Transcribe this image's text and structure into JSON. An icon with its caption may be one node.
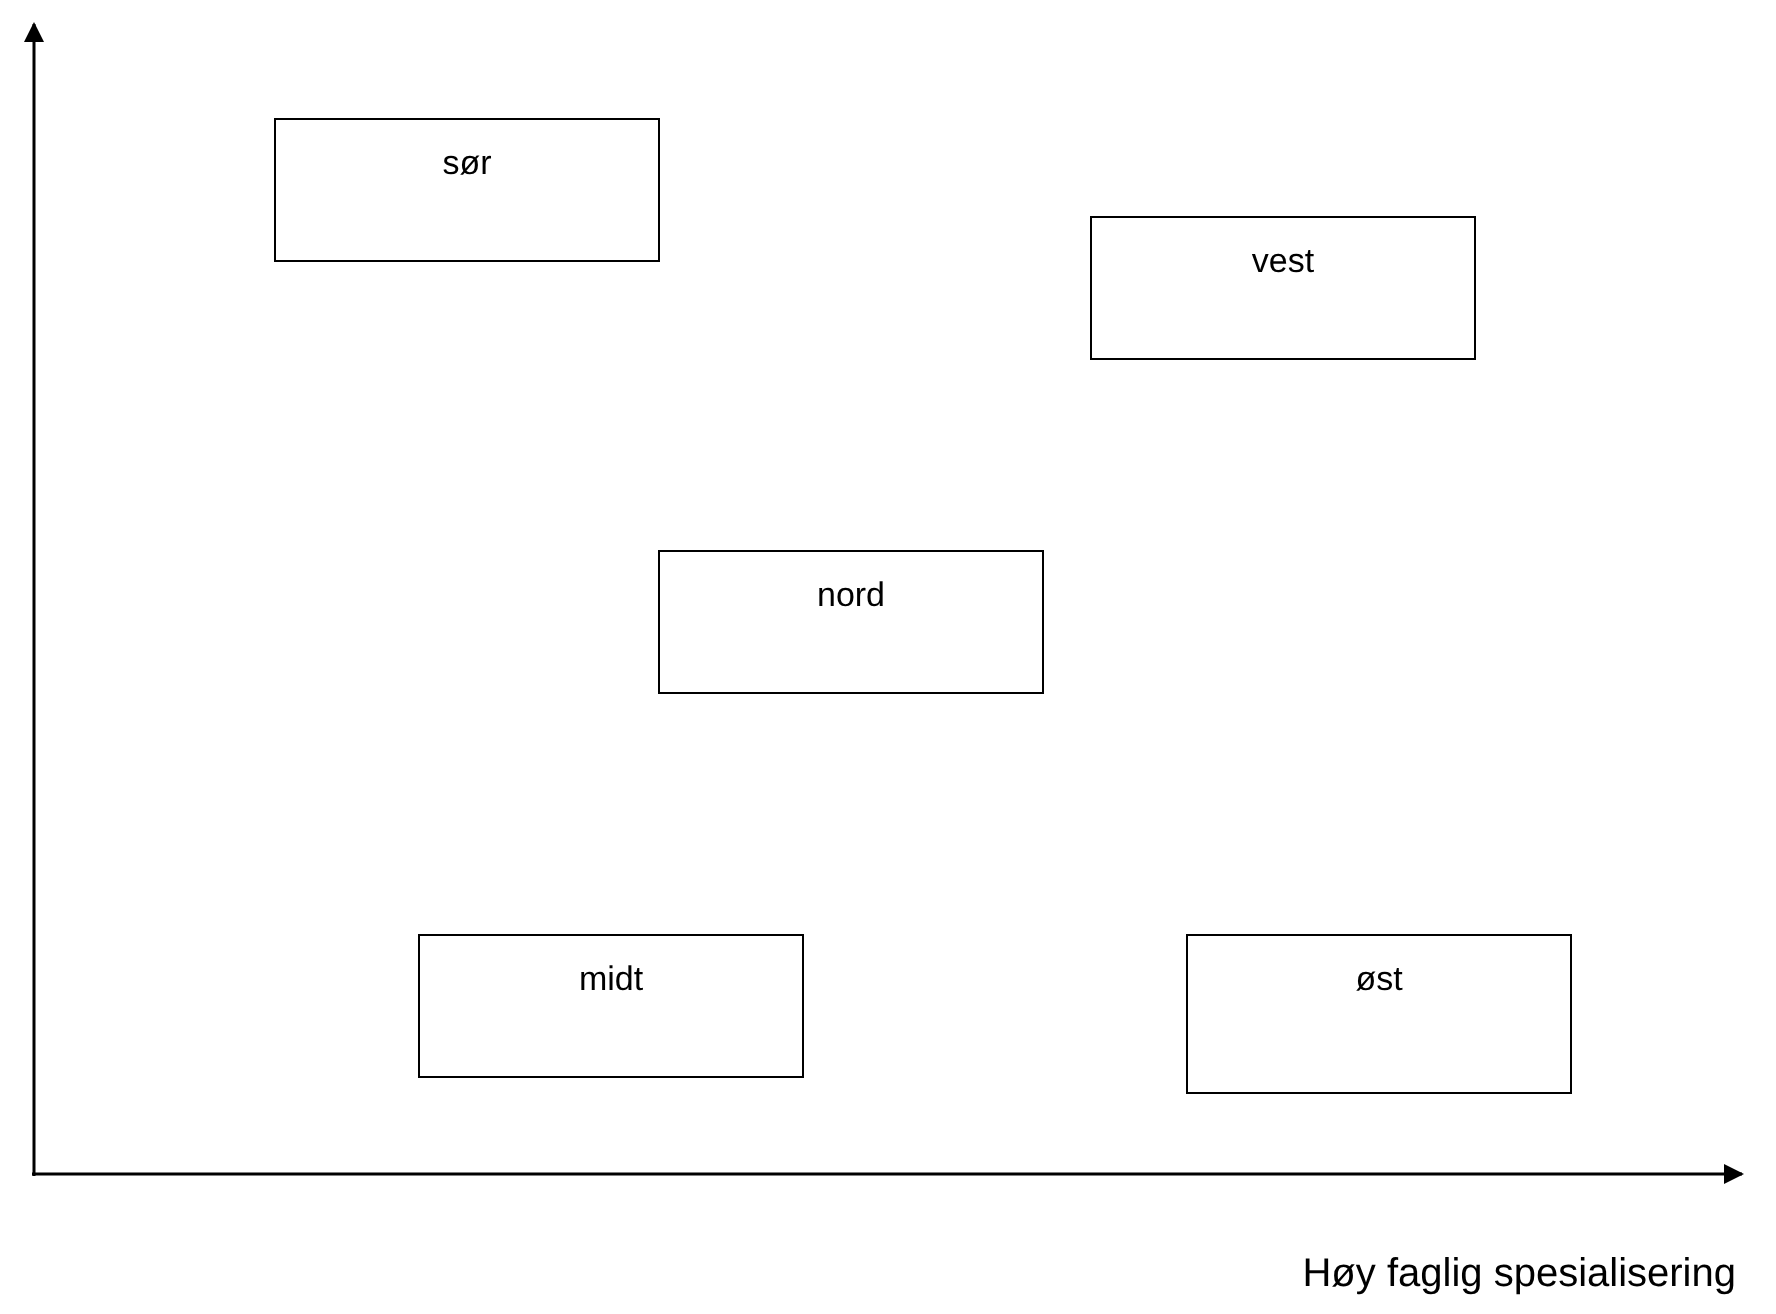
{
  "diagram": {
    "nodes": [
      {
        "text": [
          "sør"
        ]
      },
      {
        "text": [
          "vest"
        ]
      },
      {
        "text": [
          "nord"
        ]
      },
      {
        "text": [
          "midt"
        ]
      },
      {
        "text": [
          "øst"
        ]
      }
    ],
    "edges": [],
    "labels": [
      "Høy faglig spesialisering"
    ]
  }
}
